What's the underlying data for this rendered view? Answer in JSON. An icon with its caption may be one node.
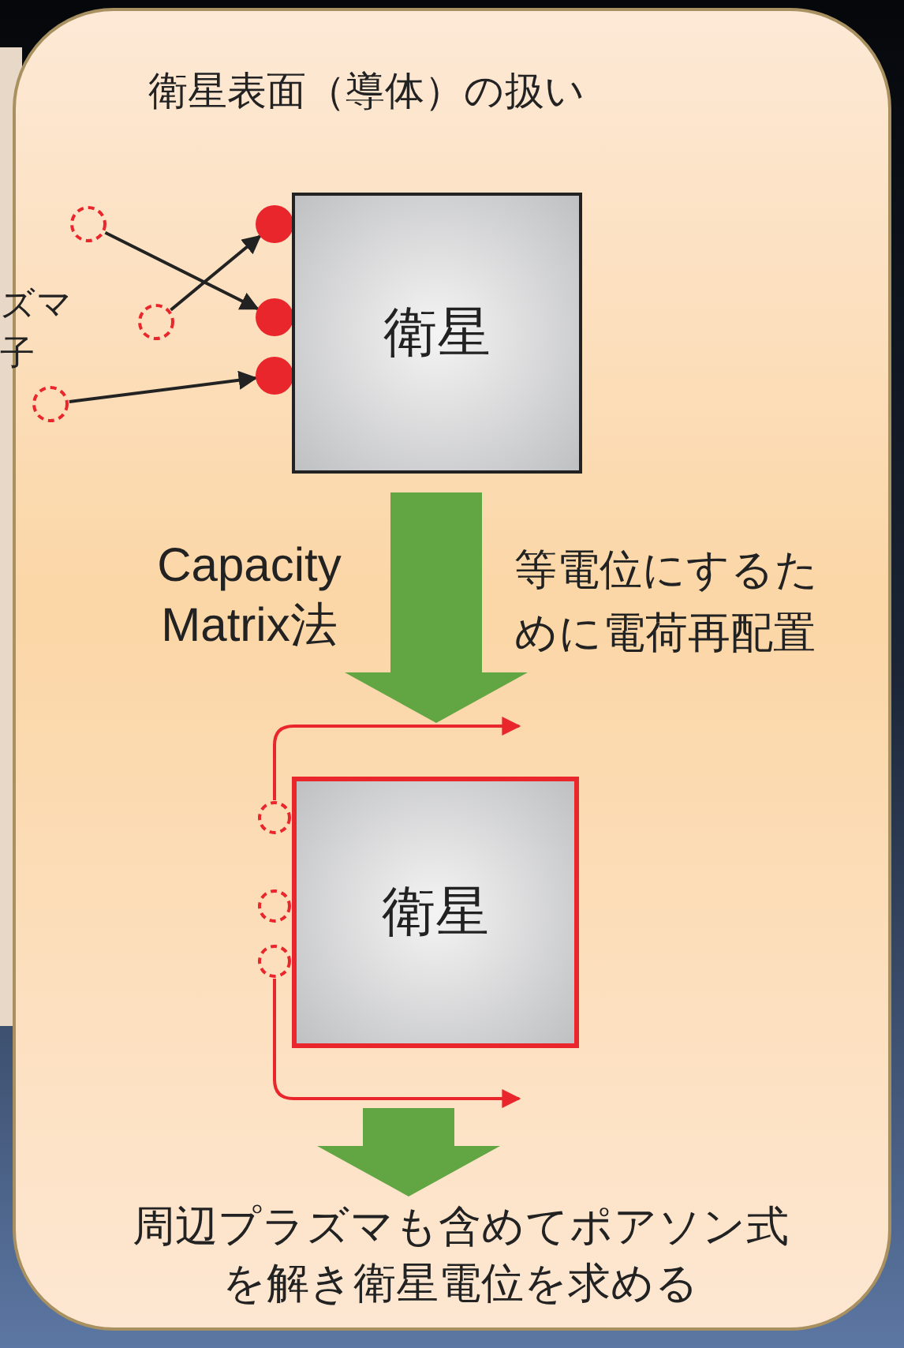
{
  "diagram": {
    "nodes": [
      {
        "text": [
          "衛星表面（導体）の扱い"
        ]
      },
      {
        "text": [],
        "shape": "circle",
        "in": 0
      },
      {
        "text": [],
        "shape": "circle",
        "in": 0
      },
      {
        "text": [],
        "shape": "circle",
        "in": 0
      },
      {
        "text": [],
        "shape": "circle",
        "in": 0
      },
      {
        "text": [],
        "shape": "circle",
        "in": 0
      },
      {
        "text": [],
        "shape": "circle",
        "in": 0
      },
      {
        "text": [
          "衛星"
        ],
        "in": 0
      },
      {
        "text": [
          "衛星"
        ],
        "in": 0
      },
      {
        "text": [],
        "shape": "circle",
        "in": 0
      },
      {
        "text": [],
        "shape": "circle",
        "in": 0
      },
      {
        "text": [],
        "shape": "circle",
        "in": 0
      },
      {
        "text": [
          "周辺プラズマも含めてポアソン式を解き衛星電位を求める"
        ],
        "in": 0
      }
    ],
    "edges": [
      {
        "from": 1,
        "to": 5,
        "arrow": "to"
      },
      {
        "from": 2,
        "to": 4,
        "arrow": "to"
      },
      {
        "from": 3,
        "to": 6,
        "arrow": "to"
      },
      {
        "from": 7,
        "to": 8,
        "arrow": "to",
        "style": "thick",
        "color": "#62a543"
      },
      {
        "from": 9,
        "to": null,
        "arrow": "to",
        "color": "#e8262b"
      },
      {
        "from": 11,
        "to": null,
        "arrow": "to",
        "color": "#e8262b"
      },
      {
        "from": 8,
        "to": 12,
        "arrow": "to",
        "style": "thick",
        "color": "#62a543"
      }
    ],
    "labels": [
      "ズマ",
      "子",
      "Capacity Matrix法",
      "等電位にするために電荷再配置"
    ]
  }
}
